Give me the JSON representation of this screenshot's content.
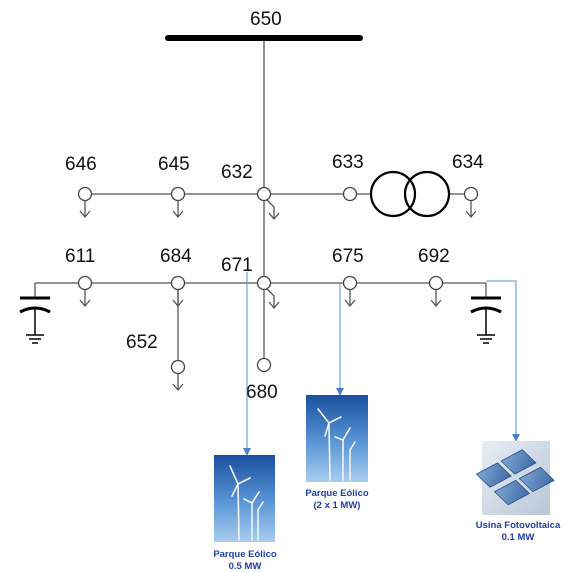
{
  "buses": {
    "b650": "650",
    "b646": "646",
    "b645": "645",
    "b632": "632",
    "b633": "633",
    "b634": "634",
    "b611": "611",
    "b684": "684",
    "b671": "671",
    "b675": "675",
    "b692": "692",
    "b652": "652",
    "b680": "680"
  },
  "sources": {
    "wind_small": {
      "line1": "Parque Eólico",
      "line2": "0.5 MW"
    },
    "wind_large": {
      "line1": "Parque Eólico",
      "line2": "(2 x 1 MW)"
    },
    "solar": {
      "line1": "Usina Fotovoltaica",
      "line2": "0.1 MW"
    }
  },
  "colors": {
    "link": "#5b8fd6",
    "label": "#1f3fa8",
    "sky_top": "#1a4fa0",
    "sky_bottom": "#9fc8ec"
  }
}
